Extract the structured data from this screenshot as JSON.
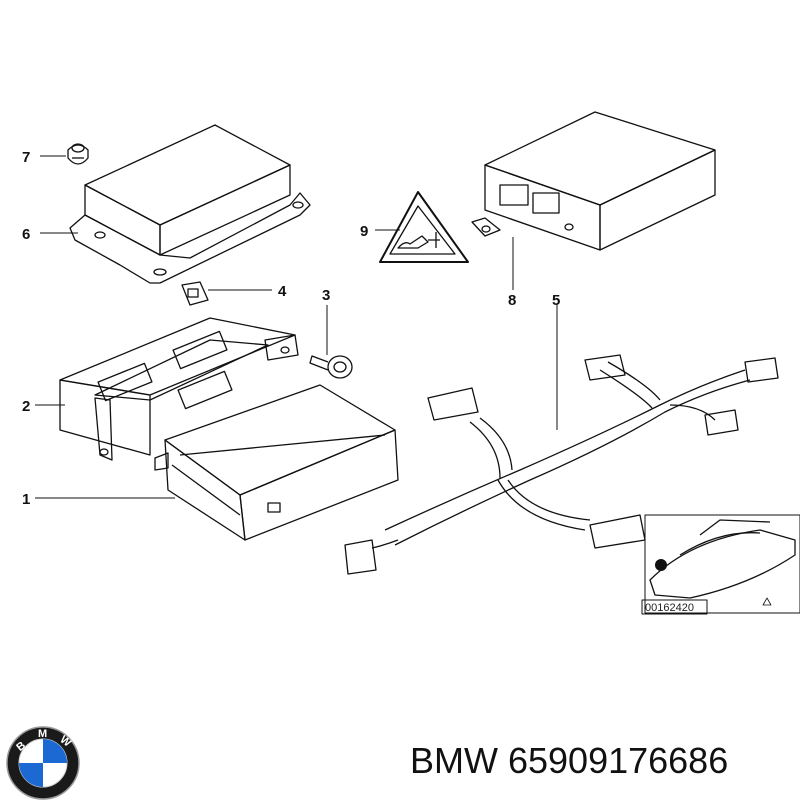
{
  "diagram": {
    "callouts": [
      {
        "id": "1",
        "label": "1"
      },
      {
        "id": "2",
        "label": "2"
      },
      {
        "id": "3",
        "label": "3"
      },
      {
        "id": "4",
        "label": "4"
      },
      {
        "id": "5",
        "label": "5"
      },
      {
        "id": "6",
        "label": "6"
      },
      {
        "id": "7",
        "label": "7"
      },
      {
        "id": "8",
        "label": "8"
      },
      {
        "id": "9",
        "label": "9"
      }
    ],
    "inset": {
      "reference_code": "00162420"
    }
  },
  "logo": {
    "brand": "BMW",
    "text": "BMW"
  },
  "footer": {
    "part_number": "BMW 65909176686"
  },
  "colors": {
    "ink": "#111111",
    "logo_blue": "#1c69d4",
    "logo_ring": "#1a1a1a"
  }
}
